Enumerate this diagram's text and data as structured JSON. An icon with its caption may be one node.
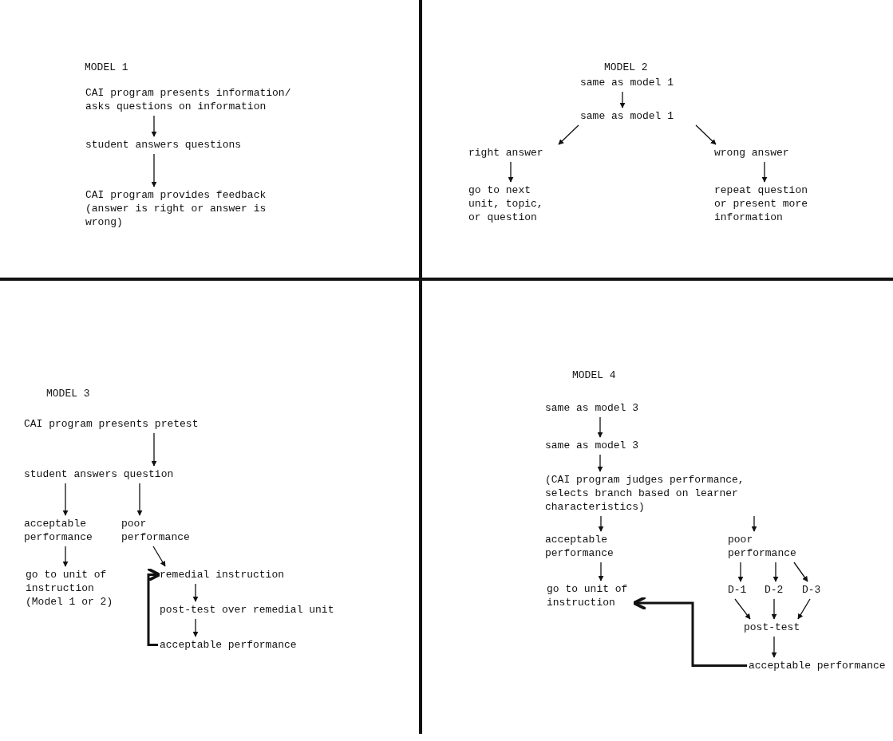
{
  "diagram": {
    "nodes": [
      {
        "text": [
          "CAI program presents information/ asks questions on information"
        ]
      },
      {
        "text": [
          "student answers questions"
        ]
      },
      {
        "text": [
          "CAI program provides feedback (answer is right or answer is wrong)"
        ]
      },
      {
        "text": [
          "same as model 1"
        ]
      },
      {
        "text": [
          "same as model 1"
        ]
      },
      {
        "text": [
          "right answer"
        ]
      },
      {
        "text": [
          "wrong answer"
        ]
      },
      {
        "text": [
          "go to next unit, topic, or question"
        ]
      },
      {
        "text": [
          "repeat question or present more information"
        ]
      },
      {
        "text": [
          "CAI program presents pretest"
        ]
      },
      {
        "text": [
          "student answers question"
        ]
      },
      {
        "text": [
          "acceptable performance"
        ]
      },
      {
        "text": [
          "poor performance"
        ]
      },
      {
        "text": [
          "go to unit of instruction (Model 1 or 2)"
        ]
      },
      {
        "text": [
          "remedial instruction"
        ]
      },
      {
        "text": [
          "post-test over remedial unit"
        ]
      },
      {
        "text": [
          "acceptable performance"
        ]
      },
      {
        "text": [
          "same as model 3"
        ]
      },
      {
        "text": [
          "same as model 3"
        ]
      },
      {
        "text": [
          "(CAI program judges performance, selects branch based on learner characteristics)"
        ]
      },
      {
        "text": [
          "acceptable performance"
        ]
      },
      {
        "text": [
          "poor performance"
        ]
      },
      {
        "text": [
          "go to unit of instruction"
        ]
      },
      {
        "text": [
          "D-1"
        ]
      },
      {
        "text": [
          "D-2"
        ]
      },
      {
        "text": [
          "D-3"
        ]
      },
      {
        "text": [
          "post-test"
        ]
      },
      {
        "text": [
          "acceptable performance"
        ]
      }
    ],
    "edges": [
      {
        "from": 0,
        "to": 1,
        "arrow": "to"
      },
      {
        "from": 1,
        "to": 2,
        "arrow": "to"
      },
      {
        "from": 3,
        "to": 4,
        "arrow": "to"
      },
      {
        "from": 4,
        "to": 5,
        "arrow": "to"
      },
      {
        "from": 4,
        "to": 6,
        "arrow": "to"
      },
      {
        "from": 5,
        "to": 7,
        "arrow": "to"
      },
      {
        "from": 6,
        "to": 8,
        "arrow": "to"
      },
      {
        "from": 9,
        "to": 10,
        "arrow": "to"
      },
      {
        "from": 10,
        "to": 11,
        "arrow": "to"
      },
      {
        "from": 10,
        "to": 12,
        "arrow": "to"
      },
      {
        "from": 11,
        "to": 13,
        "arrow": "to"
      },
      {
        "from": 12,
        "to": 14,
        "arrow": "to"
      },
      {
        "from": 14,
        "to": 15,
        "arrow": "to"
      },
      {
        "from": 15,
        "to": 16,
        "arrow": "to"
      },
      {
        "from": 16,
        "to": 14,
        "arrow": "to",
        "style": "thick"
      },
      {
        "from": 17,
        "to": 18,
        "arrow": "to"
      },
      {
        "from": 18,
        "to": 19,
        "arrow": "to"
      },
      {
        "from": 19,
        "to": 20,
        "arrow": "to"
      },
      {
        "from": 19,
        "to": 21,
        "arrow": "to"
      },
      {
        "from": 20,
        "to": 22,
        "arrow": "to"
      },
      {
        "from": 21,
        "to": 23,
        "arrow": "to"
      },
      {
        "from": 21,
        "to": 24,
        "arrow": "to"
      },
      {
        "from": 21,
        "to": 25,
        "arrow": "to"
      },
      {
        "from": 23,
        "to": 26,
        "arrow": "to"
      },
      {
        "from": 24,
        "to": 26,
        "arrow": "to"
      },
      {
        "from": 25,
        "to": 26,
        "arrow": "to"
      },
      {
        "from": 26,
        "to": 27,
        "arrow": "to"
      },
      {
        "from": 27,
        "to": 22,
        "arrow": "to",
        "style": "thick"
      }
    ],
    "labels": [
      "MODEL 1",
      "MODEL 2",
      "MODEL 3",
      "MODEL 4"
    ]
  }
}
